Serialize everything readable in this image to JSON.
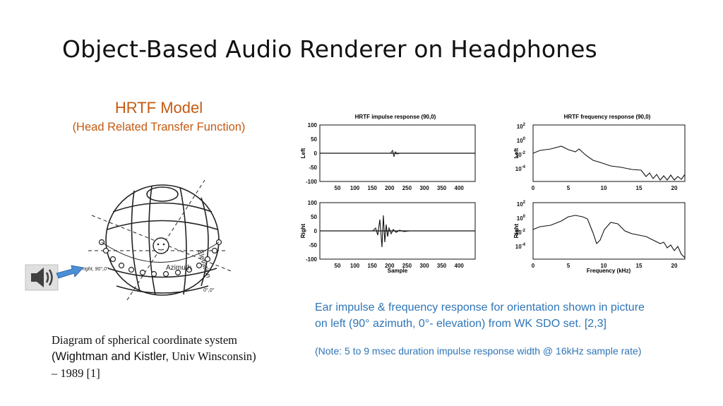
{
  "slide": {
    "title": "Object-Based Audio Renderer on Headphones",
    "hrtf_title": "HRTF Model",
    "hrtf_subtitle": "(Head Related Transfer Function)"
  },
  "diagram": {
    "label_elevation": "Elevation",
    "label_azimuth": "Azimuth",
    "label_right": "right, 90°,0°",
    "label_bottom": "0°,0°",
    "icons": [
      "speaker-icon",
      "arrow-right-icon",
      "head-icon"
    ]
  },
  "caption": {
    "line1": "Diagram of spherical coordinate system",
    "authors": "(Wightman and Kistler,",
    "affiliation": " Univ Winsconsin)",
    "line3": "– 1989 [1]"
  },
  "plots": {
    "impulse_left_title": "HRTF impulse response (90,0)",
    "freq_title": "HRTF frequency response (90,0)",
    "left_ylabel": "Left",
    "right_ylabel": "Right",
    "impulse_xlabel": "Sample",
    "freq_xlabel": "Frequency (kHz)",
    "impulse_yticks": [
      "100",
      "50",
      "0",
      "-50",
      "-100"
    ],
    "impulse_xticks": [
      "50",
      "100",
      "150",
      "200",
      "250",
      "300",
      "350",
      "400"
    ],
    "freq_xticks": [
      "0",
      "5",
      "10",
      "15",
      "20"
    ],
    "freq_yticks_base": [
      "10",
      "10",
      "10",
      "10"
    ],
    "freq_yticks_exp": [
      "2",
      "0",
      "-2",
      "-4"
    ]
  },
  "notes": {
    "line1": "Ear impulse & frequency response for orientation shown in picture",
    "line2": "on left (90° azimuth, 0°- elevation) from WK SDO set. [2,3]",
    "line3": "(Note: 5 to 9 msec duration impulse response width @ 16kHz sample rate)"
  },
  "colors": {
    "accent_orange": "#c55a11",
    "note_blue": "#2e75b6",
    "arrow_blue": "#4a8fd6"
  }
}
